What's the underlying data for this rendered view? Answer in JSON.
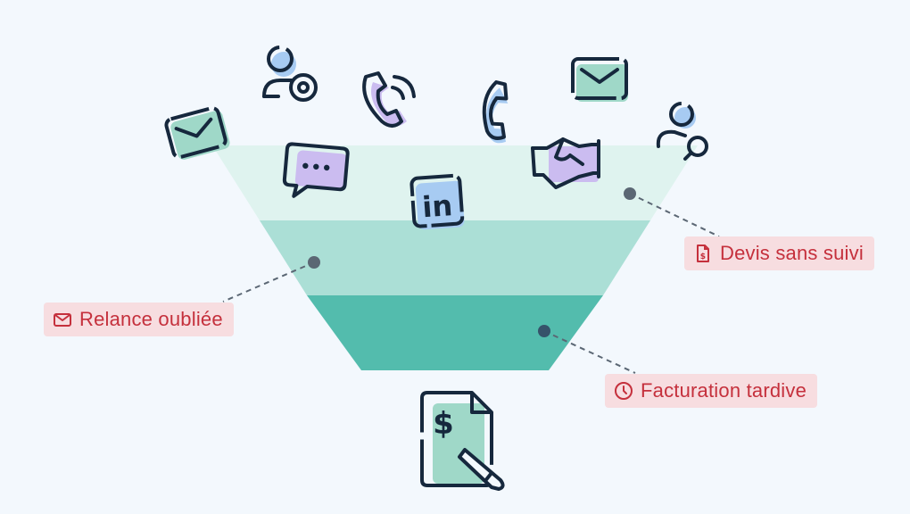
{
  "diagram": {
    "type": "sales-funnel",
    "layers": 3,
    "colors": {
      "layer_top": "#dff3ef",
      "layer_middle": "#abdfd6",
      "layer_bottom": "#53bcad",
      "outline": "#16283d",
      "accent_green": "#9fd8c8",
      "accent_blue": "#a7cbf2",
      "accent_purple": "#cbbcf0",
      "leak_dot": "#5b6774",
      "tag_bg": "#f7dde0",
      "tag_text": "#c5303c"
    },
    "inflow_icons": [
      "email-icon",
      "contact-target-icon",
      "phone-call-icon",
      "phone-icon",
      "email-icon",
      "contact-search-icon",
      "chat-icon",
      "linkedin-icon",
      "handshake-icon"
    ],
    "output_icon": "invoice-signature-icon"
  },
  "leaks": [
    {
      "label": "Devis sans suivi",
      "icon": "quote-document-icon"
    },
    {
      "label": "Relance oubliée",
      "icon": "mail-icon"
    },
    {
      "label": "Facturation tardive",
      "icon": "clock-icon"
    }
  ]
}
